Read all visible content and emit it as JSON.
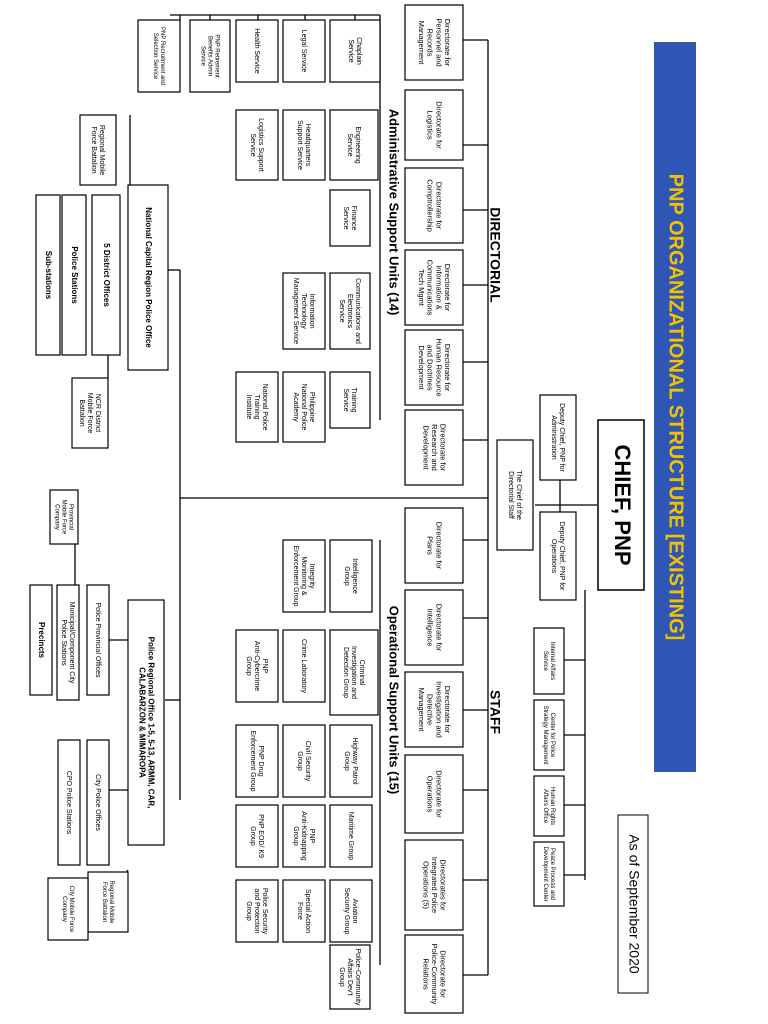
{
  "title": "PNP ORGANIZATIONAL STRUCTURE [EXISTING]",
  "as_of": "As of September 2020",
  "chief": "CHIEF, PNP",
  "sections": {
    "directorial": "DIRECTORIAL",
    "staff": "STAFF",
    "admin_units": "Administrative Support Units (14)",
    "op_units": "Operational Support Units (15)"
  },
  "command": {
    "dep_admin": "Deputy Chief, PNP for Administration",
    "dep_ops": "Deputy Chief, PNP for Operations",
    "tcds": "The Chief of the Directorial Staff"
  },
  "chief_staff_units": [
    "Internal Affairs Service",
    "Center for Police Strategy Management",
    "Human Rights Affairs Office",
    "Peace Process and Development Center"
  ],
  "directorates_admin": [
    "Directorate for Personnel and Records Management",
    "Directorate for Logistics",
    "Directorate for Comptrollership",
    "Directorate for Information & Communications Tech Mgmt",
    "Directorate for Human Resource and Doctrines Development",
    "Directorate for Research and Development"
  ],
  "directorates_ops": [
    "Directorate for Plans",
    "Directorate for Intelligence",
    "Directorate for Investigation and Detective Management",
    "Directorate for Operations",
    "Directorates for Integrated Police Operations (5)",
    "Directorate for Police-Community Relations"
  ],
  "admin_support": [
    "Chaplain Service",
    "Legal Service",
    "Health Service",
    "PNP Retirement Benefits Admin Service",
    "PNP Recruitment and Selection Service",
    "Engineering Service",
    "Headquarters Support Service",
    "Logistics Support Service",
    "Finance Service",
    "Communications and Electronics Service",
    "Information Technology Management Service",
    "Training Service",
    "Philippine National Police Academy",
    "National Police Training Institute"
  ],
  "op_support": [
    "Intelligence Group",
    "Integrity Monitoring & Enforcement Group",
    "Criminal Investigation and Detection Group",
    "Crime Laboratory",
    "PNP Anti-Cybercrime Group",
    "Highway Patrol Group",
    "Civil Security Group",
    "PNP Drug Enforcement Group",
    "Maritime Group",
    "PNP Anti-Kidnapping Group",
    "PNP EOD/ K9 Group",
    "Aviation Security Group",
    "Special Action Force",
    "Police Security and Protection Group",
    "Police-Community Affairs Dev't Group"
  ],
  "ncr": {
    "office": "National Capital Region Police Office",
    "rmfb": "Regional Mobile Force Battalion",
    "districts": "5 District Offices",
    "stations": "Police Stations",
    "substations": "Sub-stations",
    "ncr_mfb": "NCR District Mobile Force Battalion"
  },
  "regional": {
    "office": "Police Regional Office 1-5, 5-13, ARMM, CAR, CALABARZON & MIMAROPA",
    "provincial_offices": "Police Provincial Offices",
    "city_offices": "City Police Offices",
    "muni_stations": "Municipal/Component City Police Stations",
    "precincts": "Precincts",
    "ppmfc": "Provincial Mobile Force Company",
    "cpo_stations": "CPO Police Stations",
    "rmfb": "Regional Mobile Force Battalion",
    "cmfc": "City Mobile Force Company"
  },
  "colors": {
    "banner_bg": "#2f56b5",
    "banner_text": "#f2c200",
    "line": "#000000",
    "box_border": "#000000"
  }
}
